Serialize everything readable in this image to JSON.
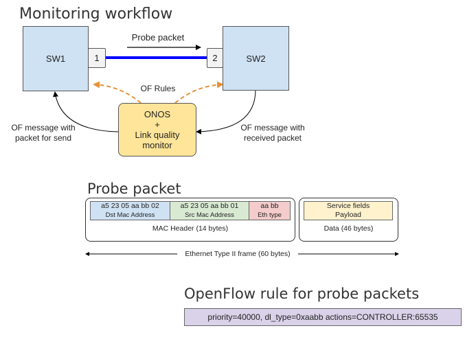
{
  "workflow": {
    "title": "Monitoring workflow",
    "sw1_label": "SW1",
    "sw2_label": "SW2",
    "port1": "1",
    "port2": "2",
    "probe_label": "Probe packet",
    "of_rules_label": "OF Rules",
    "onos_lines": [
      "ONOS",
      "+",
      "Link quality",
      "monitor"
    ],
    "left_msg": [
      "OF message with",
      "packet for send"
    ],
    "right_msg": [
      "OF message with",
      "received packet"
    ]
  },
  "probe": {
    "title": "Probe packet",
    "dst_mac": "a5 23 05 aa bb 02",
    "dst_label": "Dst Mac Address",
    "src_mac": "a5 23 05 aa bb 01",
    "src_label": "Src Mac Address",
    "eth_type": "aa bb",
    "eth_label": "Eth type",
    "mac_header": "MAC Header (14 bytes)",
    "service_fields": "Service fields",
    "payload": "Payload",
    "data_label": "Data (46 bytes)",
    "frame_label": "Ethernet Type II frame (60 bytes)"
  },
  "openflow": {
    "title": "OpenFlow rule for probe packets",
    "rule": "priority=40000, dl_type=0xaabb actions=CONTROLLER:65535"
  },
  "colors": {
    "switch_fill": "#cfe2f3",
    "onos_fill": "#ffe599",
    "link_line": "#0000ff",
    "dashed_arrow": "#e69138",
    "dst_fill": "#cfe2f3",
    "src_fill": "#d9ead3",
    "eth_fill": "#f4cccc",
    "payload_fill": "#fff2cc",
    "rule_fill": "#d9d2e9"
  }
}
